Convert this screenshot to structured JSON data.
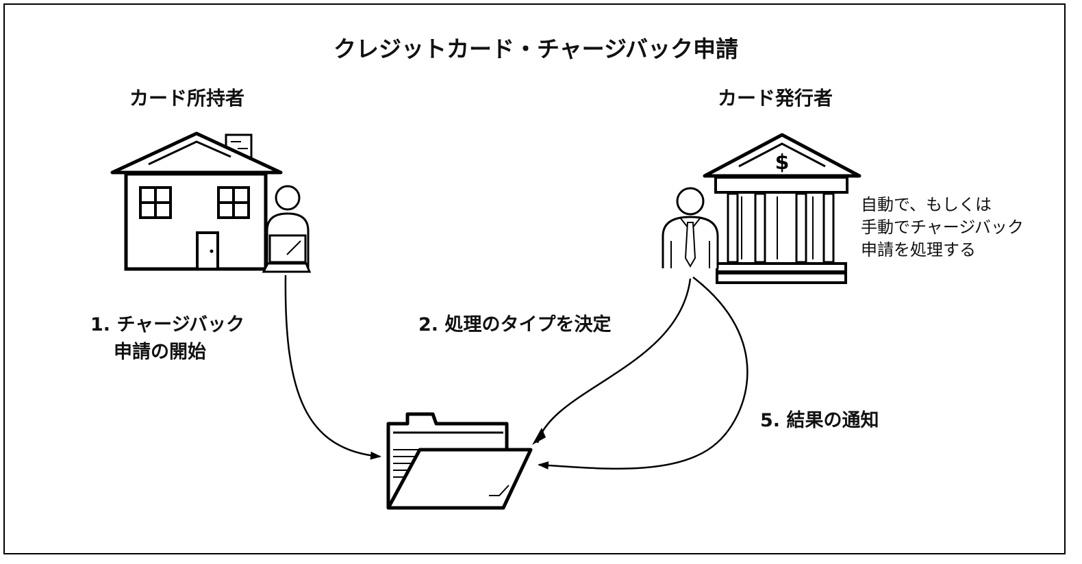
{
  "title": "クレジットカード・チャージバック申請",
  "actors": {
    "cardholder": "カード所持者",
    "issuer": "カード発行者"
  },
  "issuer_note": [
    "自動で、もしくは",
    "手動でチャージバック",
    "申請を処理する"
  ],
  "steps": {
    "step1": [
      "1. チャージバック",
      "申請の開始"
    ],
    "step2": "2. 処理のタイプを決定",
    "step5": "5. 結果の通知"
  },
  "icons": {
    "house": "house-icon",
    "customer": "person-with-laptop-icon",
    "bank": "bank-icon",
    "banker": "businessman-icon",
    "folder": "folder-icon",
    "currency_symbol": "$"
  }
}
